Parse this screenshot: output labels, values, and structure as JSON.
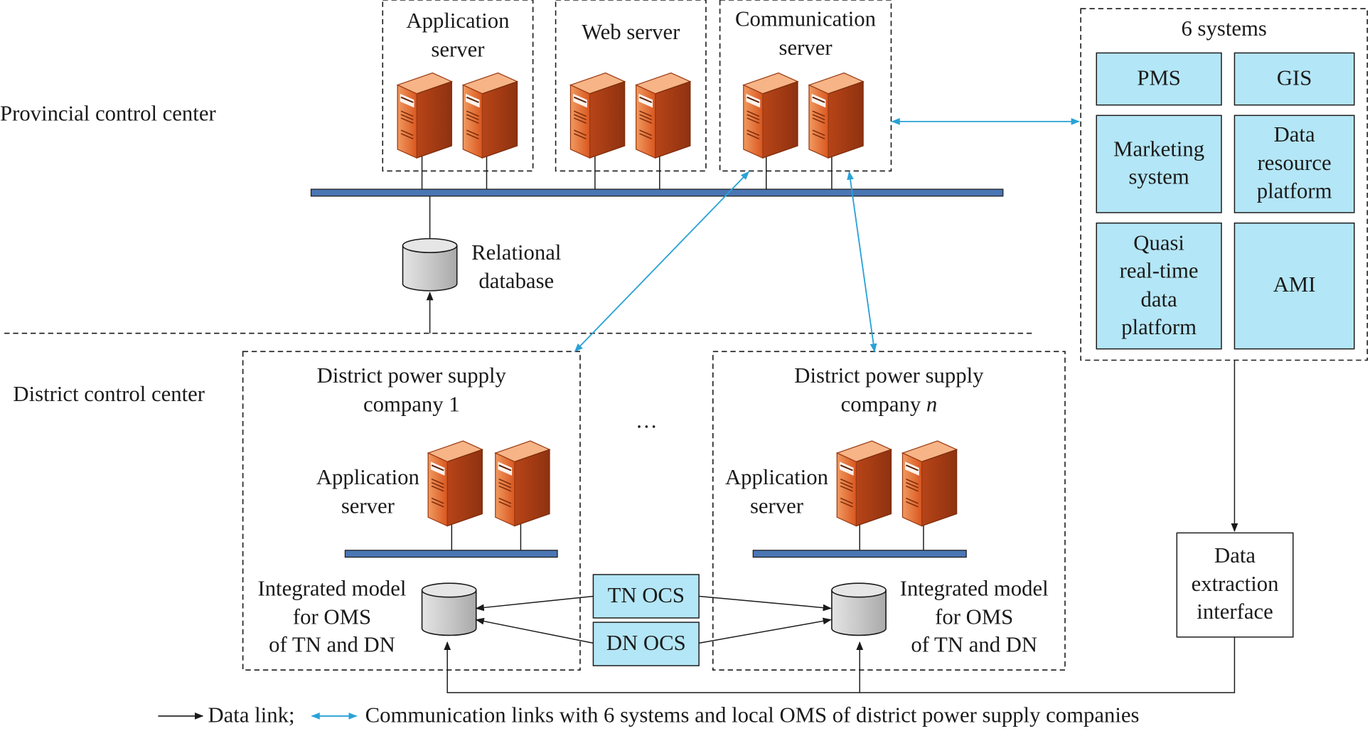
{
  "colors": {
    "bus": "#4a76b4",
    "system_box": "#b3e6f6",
    "comm_link": "#2aa2d6",
    "data_link": "#1a1a1a",
    "server_orange": "#e06a2e",
    "database_grey": "#cfcfcf"
  },
  "provincial": {
    "region_label": "Provincial control center",
    "app_server_label": "Application\nserver",
    "web_server_label": "Web server",
    "comm_server_label": "Communication\nserver",
    "database_label": "Relational\ndatabase"
  },
  "systems": {
    "title": "6 systems",
    "items": [
      "PMS",
      "GIS",
      "Marketing\nsystem",
      "Data\nresource\nplatform",
      "Quasi\nreal-time\ndata\nplatform",
      "AMI"
    ]
  },
  "district": {
    "region_label": "District control center",
    "company1_title": "District power supply\ncompany 1",
    "companyn_title_line1": "District power supply",
    "companyn_title_prefix": "company ",
    "companyn_title_italic": "n",
    "ellipsis": "…",
    "app_server_label": "Application\nserver",
    "model_label": "Integrated model\nfor OMS\nof TN and DN"
  },
  "ocs": {
    "tn": "TN OCS",
    "dn": "DN OCS"
  },
  "extraction": {
    "label": "Data\nextraction\ninterface"
  },
  "legend": {
    "data_link": "Data link;",
    "comm_link": "Communication links with 6 systems and  local OMS of district power supply companies"
  }
}
